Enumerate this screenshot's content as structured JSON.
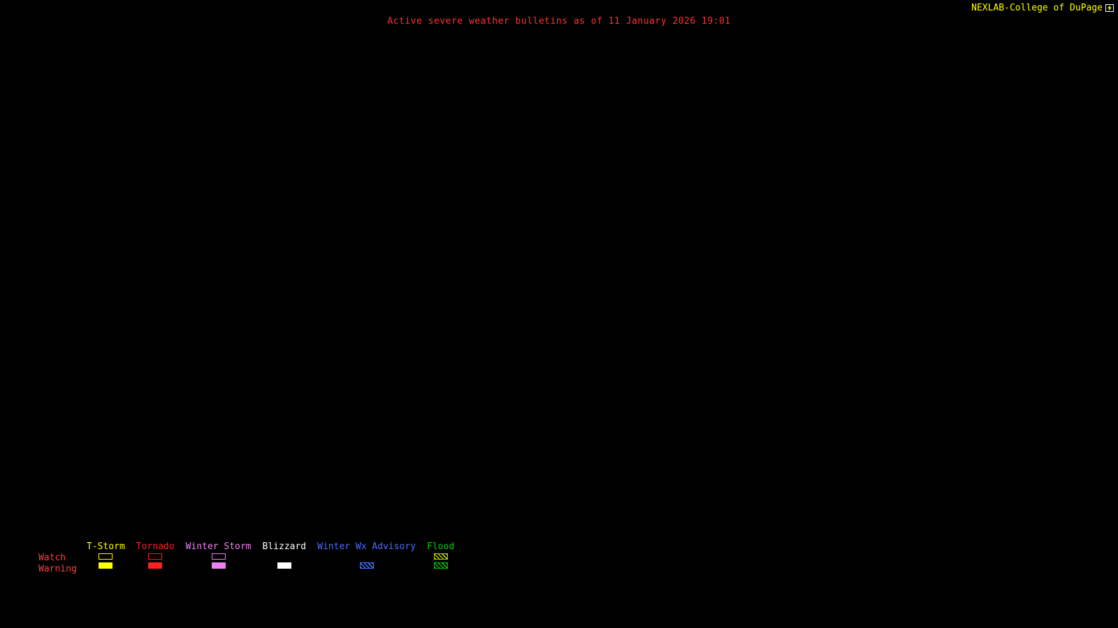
{
  "header": {
    "title": "Active severe weather bulletins as of 11 January 2026 19:01",
    "title_color": "#ff3333",
    "brand": "NEXLAB-College of DuPage",
    "brand_color": "#ffff00",
    "brand_icon": "nexlab-logo-icon"
  },
  "legend": {
    "watch_label": "Watch",
    "warning_label": "Warning",
    "row_label_color": "#ff4040",
    "categories": [
      {
        "label": "T-Storm",
        "color": "#ffff00",
        "watch": {
          "style": "outline",
          "color": "#ffff00"
        },
        "warning": {
          "style": "fill",
          "color": "#ffff00"
        }
      },
      {
        "label": "Tornado",
        "color": "#ff2020",
        "watch": {
          "style": "outline",
          "color": "#ff2020"
        },
        "warning": {
          "style": "fill",
          "color": "#ff2020"
        }
      },
      {
        "label": "Winter Storm",
        "color": "#ee82ee",
        "watch": {
          "style": "outline",
          "color": "#ee82ee"
        },
        "warning": {
          "style": "fill",
          "color": "#ee82ee"
        }
      },
      {
        "label": "Blizzard",
        "color": "#ffffff",
        "watch": {
          "style": "none",
          "color": ""
        },
        "warning": {
          "style": "fill",
          "color": "#ffffff"
        }
      },
      {
        "label": "Winter Wx Advisory",
        "color": "#4d6dff",
        "watch": {
          "style": "none",
          "color": ""
        },
        "warning": {
          "style": "hatch",
          "color": "#4d6dff"
        }
      },
      {
        "label": "Flood",
        "color": "#00d000",
        "watch": {
          "style": "hatch",
          "color": "#b8d000"
        },
        "warning": {
          "style": "hatch",
          "color": "#00c000"
        }
      }
    ]
  },
  "background_color": "#000000"
}
